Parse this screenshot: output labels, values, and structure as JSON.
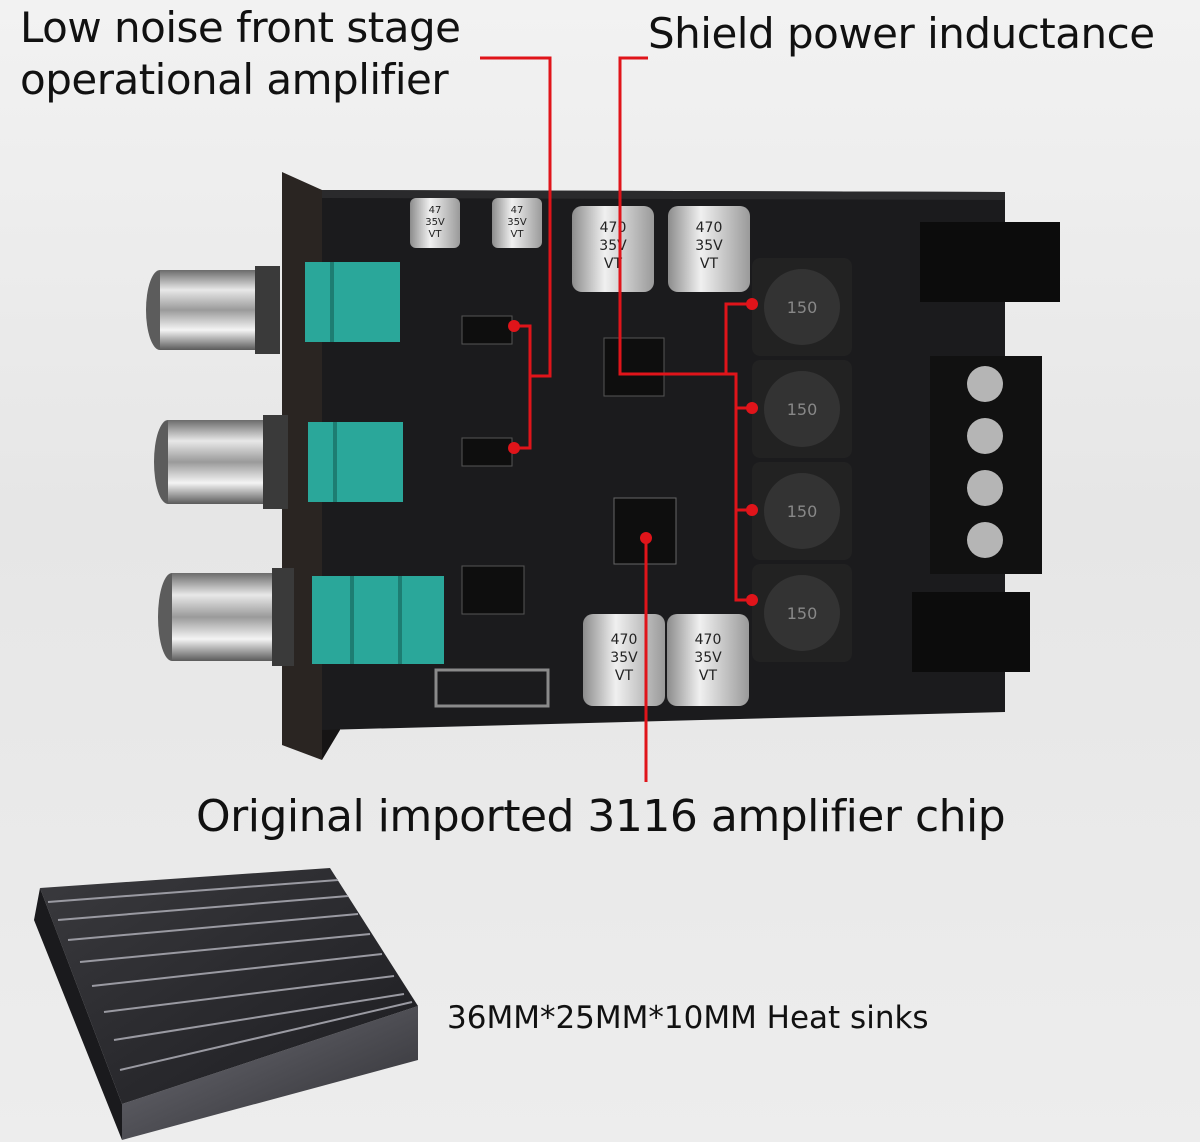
{
  "callouts": {
    "opamp_line1": "Low noise front stage",
    "opamp_line2": "operational amplifier",
    "inductor": "Shield power inductance",
    "chip": "Original imported 3116 amplifier chip",
    "heatsink": "36MM*25MM*10MM Heat sinks"
  },
  "components": {
    "small_cap_marking": [
      "47",
      "35V",
      "VT"
    ],
    "large_cap_marking": [
      "470",
      "35V",
      "VT"
    ],
    "inductor_marking": "150"
  },
  "colors": {
    "callout_line": "#e0141a",
    "pcb": "#1b1b1d",
    "potentiometer": "#2aa79a",
    "knob": "#c9c9c9"
  }
}
